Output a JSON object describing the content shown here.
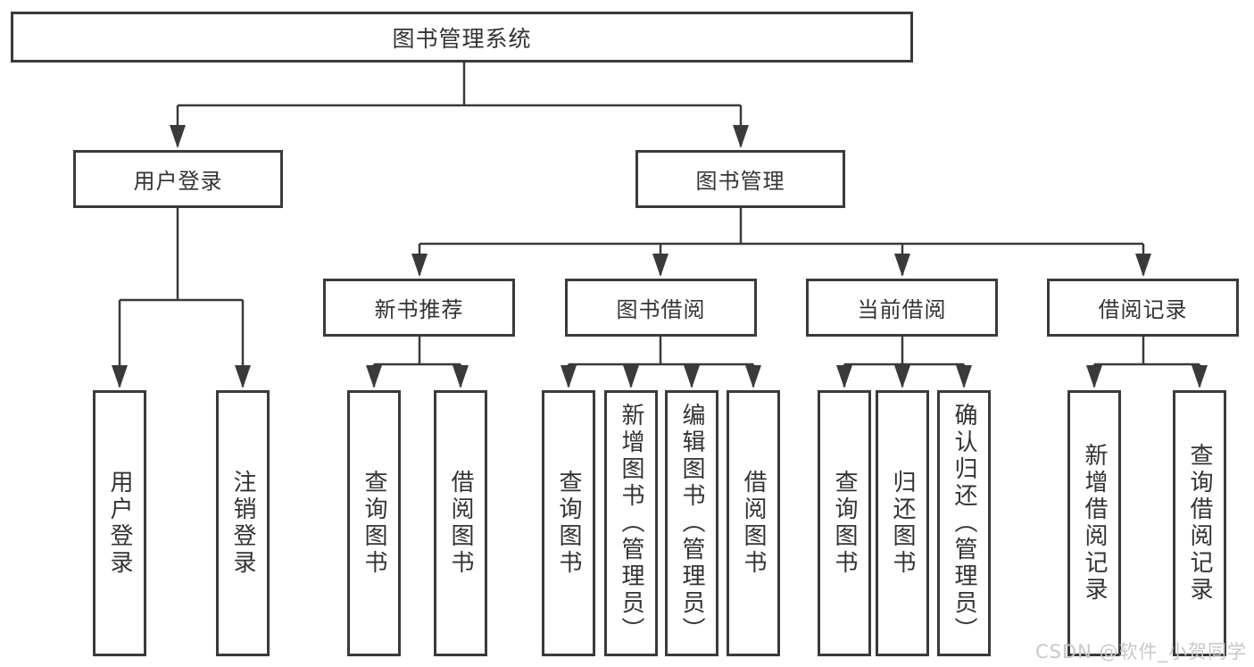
{
  "diagram_type": "hierarchy-tree",
  "colors": {
    "line": "#3a3a3a",
    "box_border": "#3a3a3a",
    "text": "#333333",
    "background": "#ffffff",
    "watermark": "#c8c8c8"
  },
  "tree": {
    "label": "图书管理系统",
    "children": [
      {
        "label": "用户登录",
        "children": [
          {
            "label": "用户登录"
          },
          {
            "label": "注销登录"
          }
        ]
      },
      {
        "label": "图书管理",
        "children": [
          {
            "label": "新书推荐",
            "children": [
              {
                "label": "查询图书"
              },
              {
                "label": "借阅图书"
              }
            ]
          },
          {
            "label": "图书借阅",
            "children": [
              {
                "label": "查询图书"
              },
              {
                "label": "新增图书（管理员）"
              },
              {
                "label": "编辑图书（管理员）"
              },
              {
                "label": "借阅图书"
              }
            ]
          },
          {
            "label": "当前借阅",
            "children": [
              {
                "label": "查询图书"
              },
              {
                "label": "归还图书"
              },
              {
                "label": "确认归还（管理员）"
              }
            ]
          },
          {
            "label": "借阅记录",
            "children": [
              {
                "label": "新增借阅记录"
              },
              {
                "label": "查询借阅记录"
              }
            ]
          }
        ]
      }
    ]
  },
  "watermark": {
    "text": "CSDN @软件_小贺同学"
  }
}
